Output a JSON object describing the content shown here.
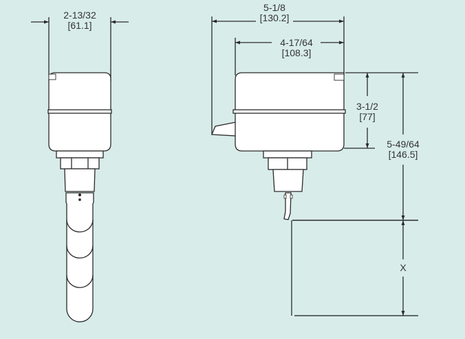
{
  "diagram": {
    "colors": {
      "background": "#d8ecea",
      "line": "#2a2a2a",
      "fill": "#ffffff"
    },
    "front_view": {
      "width_dimension": {
        "fraction": "2-13/32",
        "metric": "[61.1]"
      }
    },
    "side_view": {
      "overall_width": {
        "fraction": "5-1/8",
        "metric": "[130.2]"
      },
      "housing_width": {
        "fraction": "4-17/64",
        "metric": "[108.3]"
      },
      "housing_height": {
        "fraction": "3-1/2",
        "metric": "[77]"
      },
      "overall_height": {
        "fraction": "5-49/64",
        "metric": "[146.5]"
      },
      "paddle_length": {
        "label": "X"
      }
    }
  }
}
